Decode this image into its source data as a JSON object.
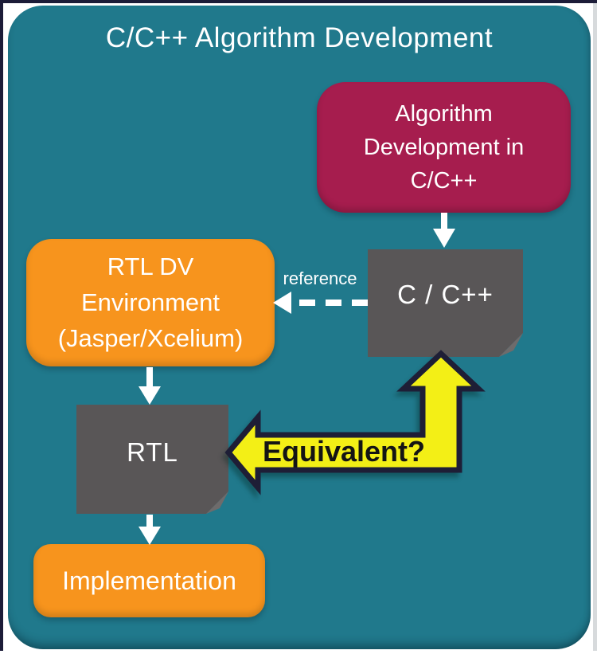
{
  "title": "C/C++ Algorithm Development",
  "nodes": {
    "algorithm_dev": {
      "lines": [
        "Algorithm",
        "Development in",
        "C/C++"
      ]
    },
    "c_cpp": {
      "label": "C / C++"
    },
    "rtl_dv": {
      "lines": [
        "RTL DV",
        "Environment",
        "(Jasper/Xcelium)"
      ]
    },
    "rtl": {
      "label": "RTL"
    },
    "implementation": {
      "label": "Implementation"
    }
  },
  "edges": {
    "reference_label": "reference",
    "equivalent_label": "Equivalent?"
  },
  "colors": {
    "panel_background": "#20798c",
    "maroon_node": "#a61d4e",
    "orange_node": "#f7941d",
    "gray_document": "#595657",
    "document_fold": "#6e6b6b",
    "yellow_arrow": "#f3ef16",
    "yellow_arrow_outline": "#1e1e36",
    "arrow_white": "#ffffff",
    "text_white": "#ffffff",
    "equivalent_text": "#141414",
    "frame_border": "#1c1c38"
  }
}
